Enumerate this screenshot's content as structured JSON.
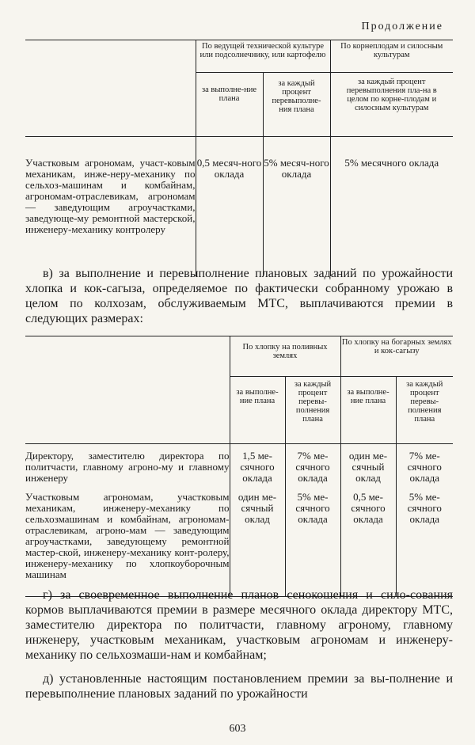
{
  "header": {
    "continued": "Продолжение"
  },
  "table1": {
    "group_headers": [
      "По ведущей технической культуре или подсолнечнику, или картофелю",
      "По корнеплодам и силосным культурам"
    ],
    "sub_headers": [
      "за выполне-ние плана",
      "за каждый процент перевыполне-ния плана",
      "за каждый процент перевыполнения пла-на в целом по корне-плодам и силосным культурам"
    ],
    "rows": [
      {
        "label": "Участковым агрономам, участ-ковым механикам, инже-неру-механику по сельхоз-машинам и комбайнам, агрономам-отраслевикам, агрономам — заведующим агроучастками, заведующе-му ремонтной мастерской, инженеру-механику контролеру",
        "values": [
          "0,5 месяч-ного оклада",
          "5% месяч-ного оклада",
          "5% месячного оклада"
        ]
      }
    ]
  },
  "paragraph_v": "в) за выполнение и перевыполнение плановых заданий по урожайности хлопка и кок-сагыза, определяемое по фактически собранному урожаю в целом по колхозам, обслуживаемым МТС, выплачиваются премии в следующих размерах:",
  "table2": {
    "group_headers": [
      "По хлопку на поливных землях",
      "По хлопку на богарных землях и кок-сагызу"
    ],
    "sub_headers": [
      "за выполне-ние плана",
      "за каждый процент перевы-полнения плана",
      "за выполне-ние плана",
      "за каждый процент перевы-полнения плана"
    ],
    "rows": [
      {
        "label": "Директору, заместителю директора по политчасти, главному агроно-му и главному инженеру",
        "values": [
          "1,5 ме-сячного оклада",
          "7% ме-сячного оклада",
          "один ме-сячный оклад",
          "7% ме-сячного оклада"
        ]
      },
      {
        "label": "Участковым агрономам, участковым механикам, инженеру-механику по сельхозмашинам и комбайнам, агрономам-отраслевикам, агроно-мам — заведующим агроучастками, заведующему ремонтной мастер-ской, инженеру-механику конт-ролеру, инженеру-механику по хлопкоуборочным машинам",
        "values": [
          "один ме-сячный оклад",
          "5% ме-сячного оклада",
          "0,5 ме-сячного оклада",
          "5% ме-сячного оклада"
        ]
      }
    ]
  },
  "paragraph_g": "г) за своевременное выполнение планов сенокошения и сило-сования кормов выплачиваются премии в размере месячного оклада директору МТС, заместителю директора по политчасти, главному агроному, главному инженеру, участковым механикам, участковым агрономам и инженеру-механику по сельхозмаши-нам и комбайнам;",
  "paragraph_d": "д) установленные настоящим постановлением премии за вы-полнение и перевыполнение плановых заданий по урожайности",
  "page_number": "603"
}
